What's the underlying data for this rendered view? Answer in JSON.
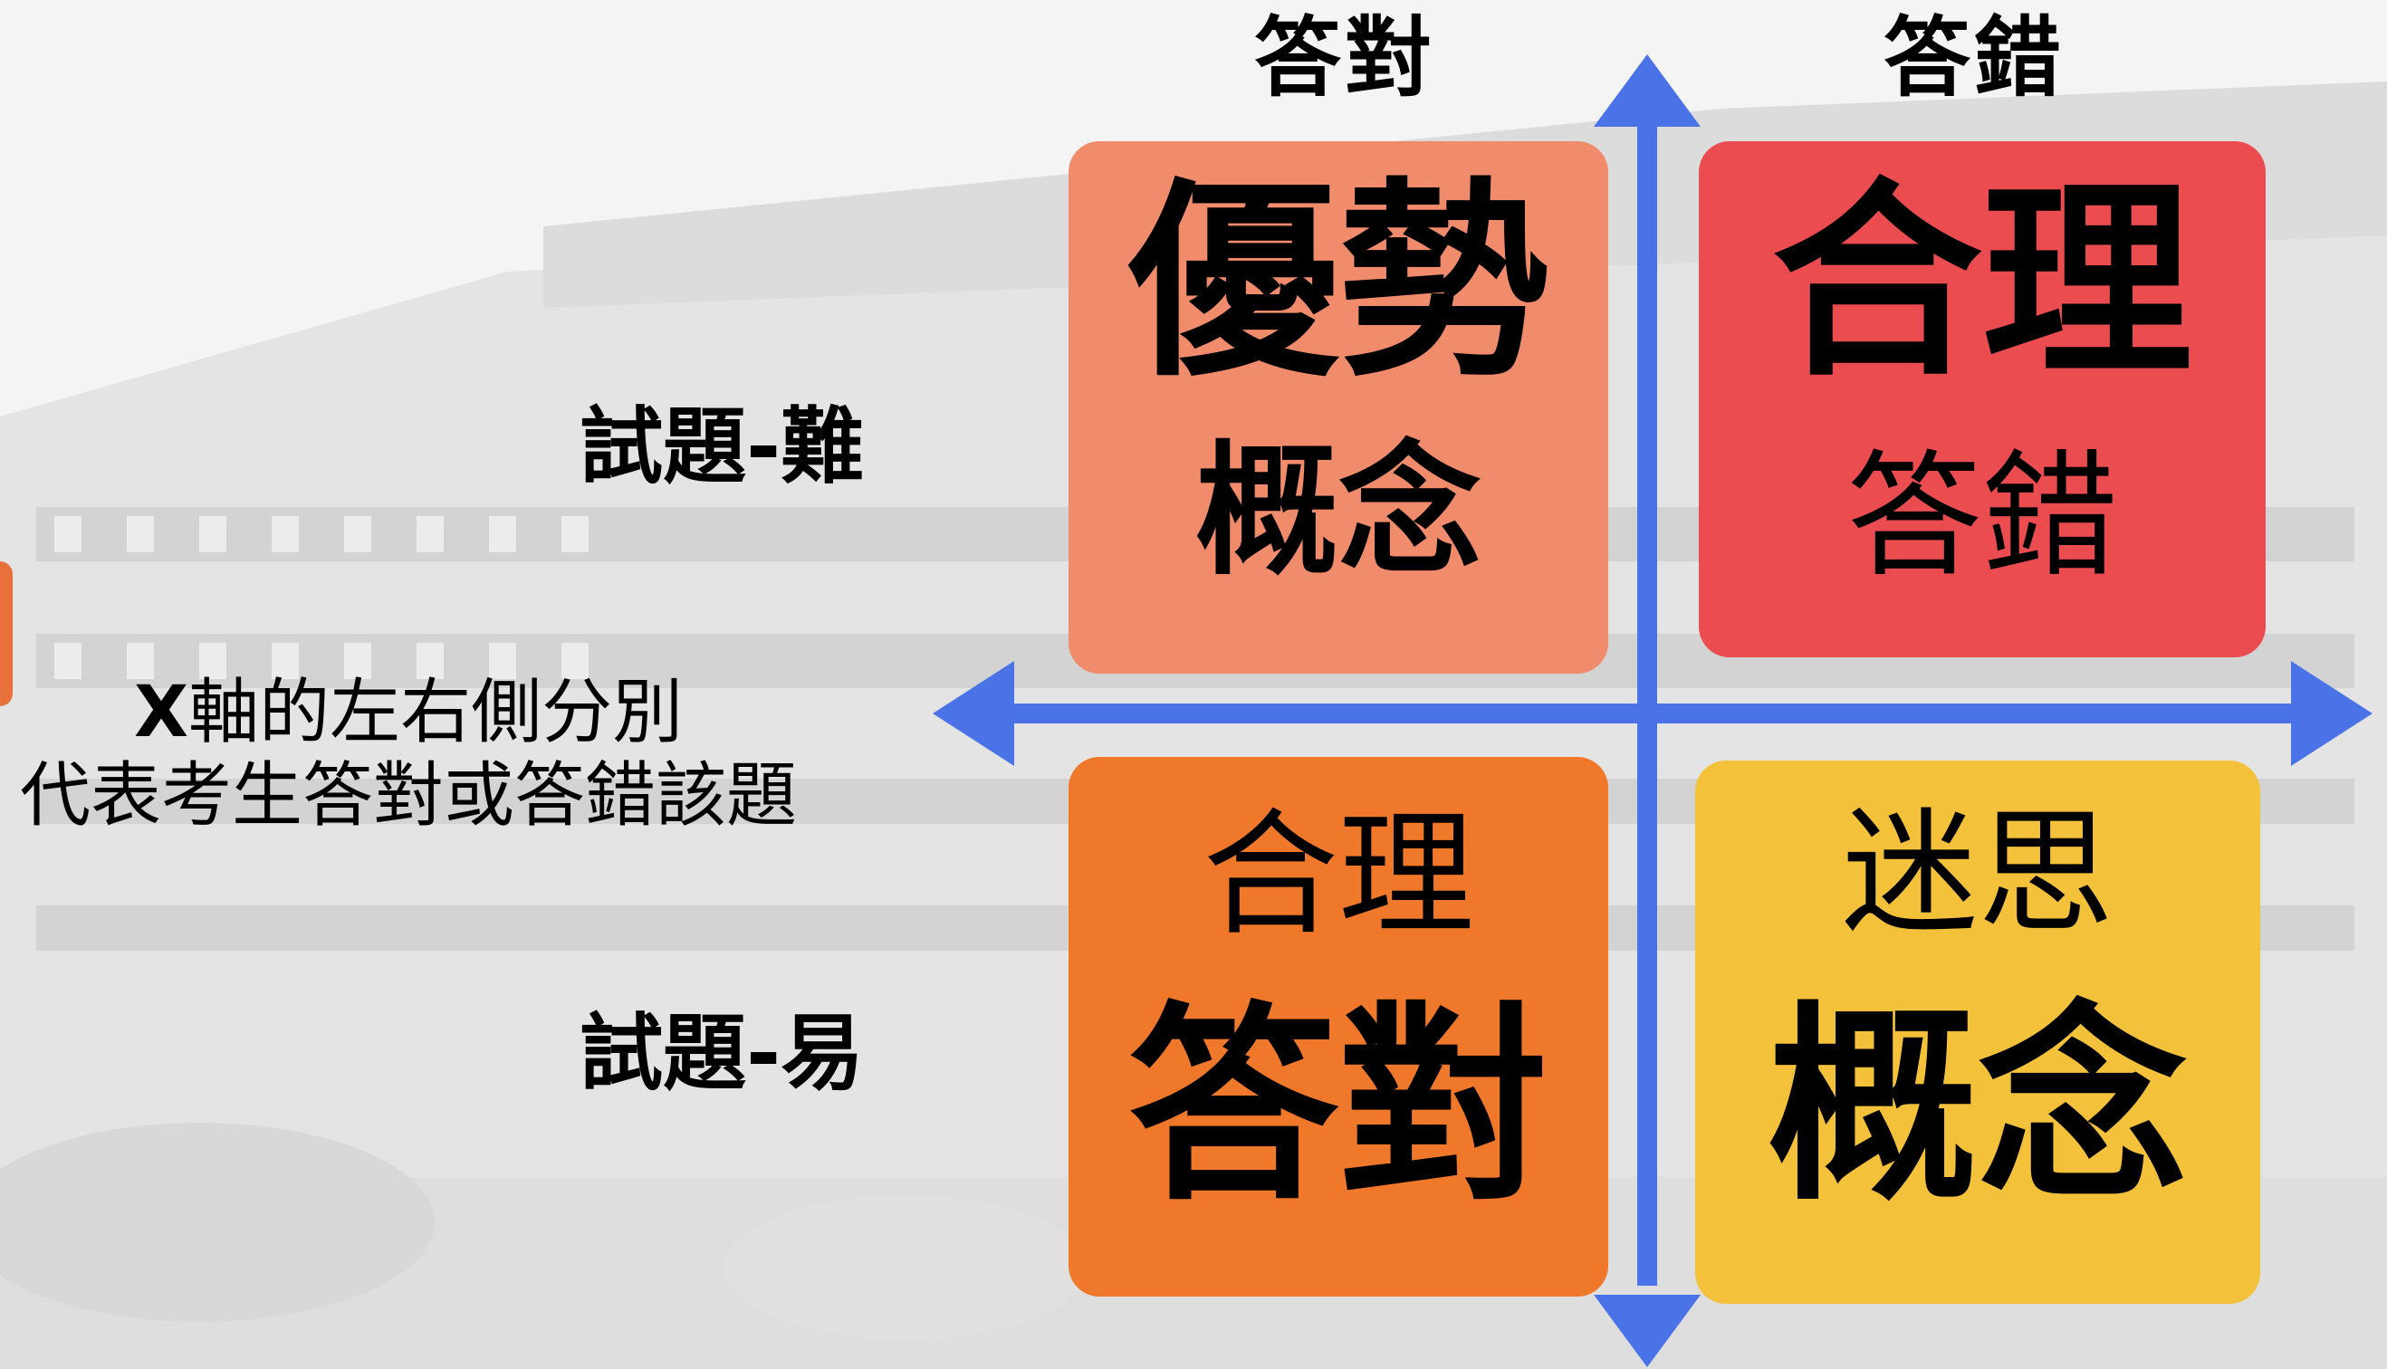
{
  "columns": {
    "left": "答對",
    "right": "答錯"
  },
  "rows": {
    "top": "試題-難",
    "bottom": "試題-易"
  },
  "axis_note": {
    "line1_bold": "X",
    "line1_rest": "軸的左右側分別",
    "line2": "代表考生答對或答錯該題"
  },
  "quadrants": {
    "top_left": {
      "line1": "優勢",
      "line2": "概念",
      "color": "#f08b6c"
    },
    "top_right": {
      "line1": "合理",
      "line2": "答錯",
      "color": "#ea4c50"
    },
    "bottom_left": {
      "line1": "合理",
      "line2": "答對",
      "color": "#f0782a"
    },
    "bottom_right": {
      "line1": "迷思",
      "line2": "概念",
      "color": "#f4c23a"
    }
  },
  "colors": {
    "axis": "#4a73e8",
    "background": "#f3f3f3"
  }
}
